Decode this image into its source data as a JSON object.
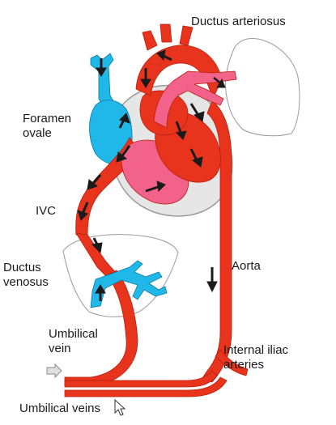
{
  "colors": {
    "artery": "#e8341c",
    "artery_dark": "#b81f0d",
    "vein": "#1fb8e8",
    "mixed": "#f2628a",
    "outline": "#9a9a9a",
    "arrow": "#1a1a1a",
    "placenta_arrow": "#bfbfbf"
  },
  "labels": {
    "ductus_arteriosus": "Ductus arteriosus",
    "foramen_ovale_1": "Foramen",
    "foramen_ovale_2": "ovale",
    "ivc": "IVC",
    "ductus_venosus_1": "Ductus",
    "ductus_venosus_2": "venosus",
    "aorta": "Aorta",
    "umbilical_vein_1": "Umbilical",
    "umbilical_vein_2": "vein",
    "internal_iliac_1": "Internal iliac",
    "internal_iliac_2": "arteries",
    "umbilical_veins": "Umbilical veins"
  },
  "icons": {
    "cursor": "mouse-pointer-icon",
    "inflow_arrow": "placenta-inflow-arrow-icon"
  }
}
